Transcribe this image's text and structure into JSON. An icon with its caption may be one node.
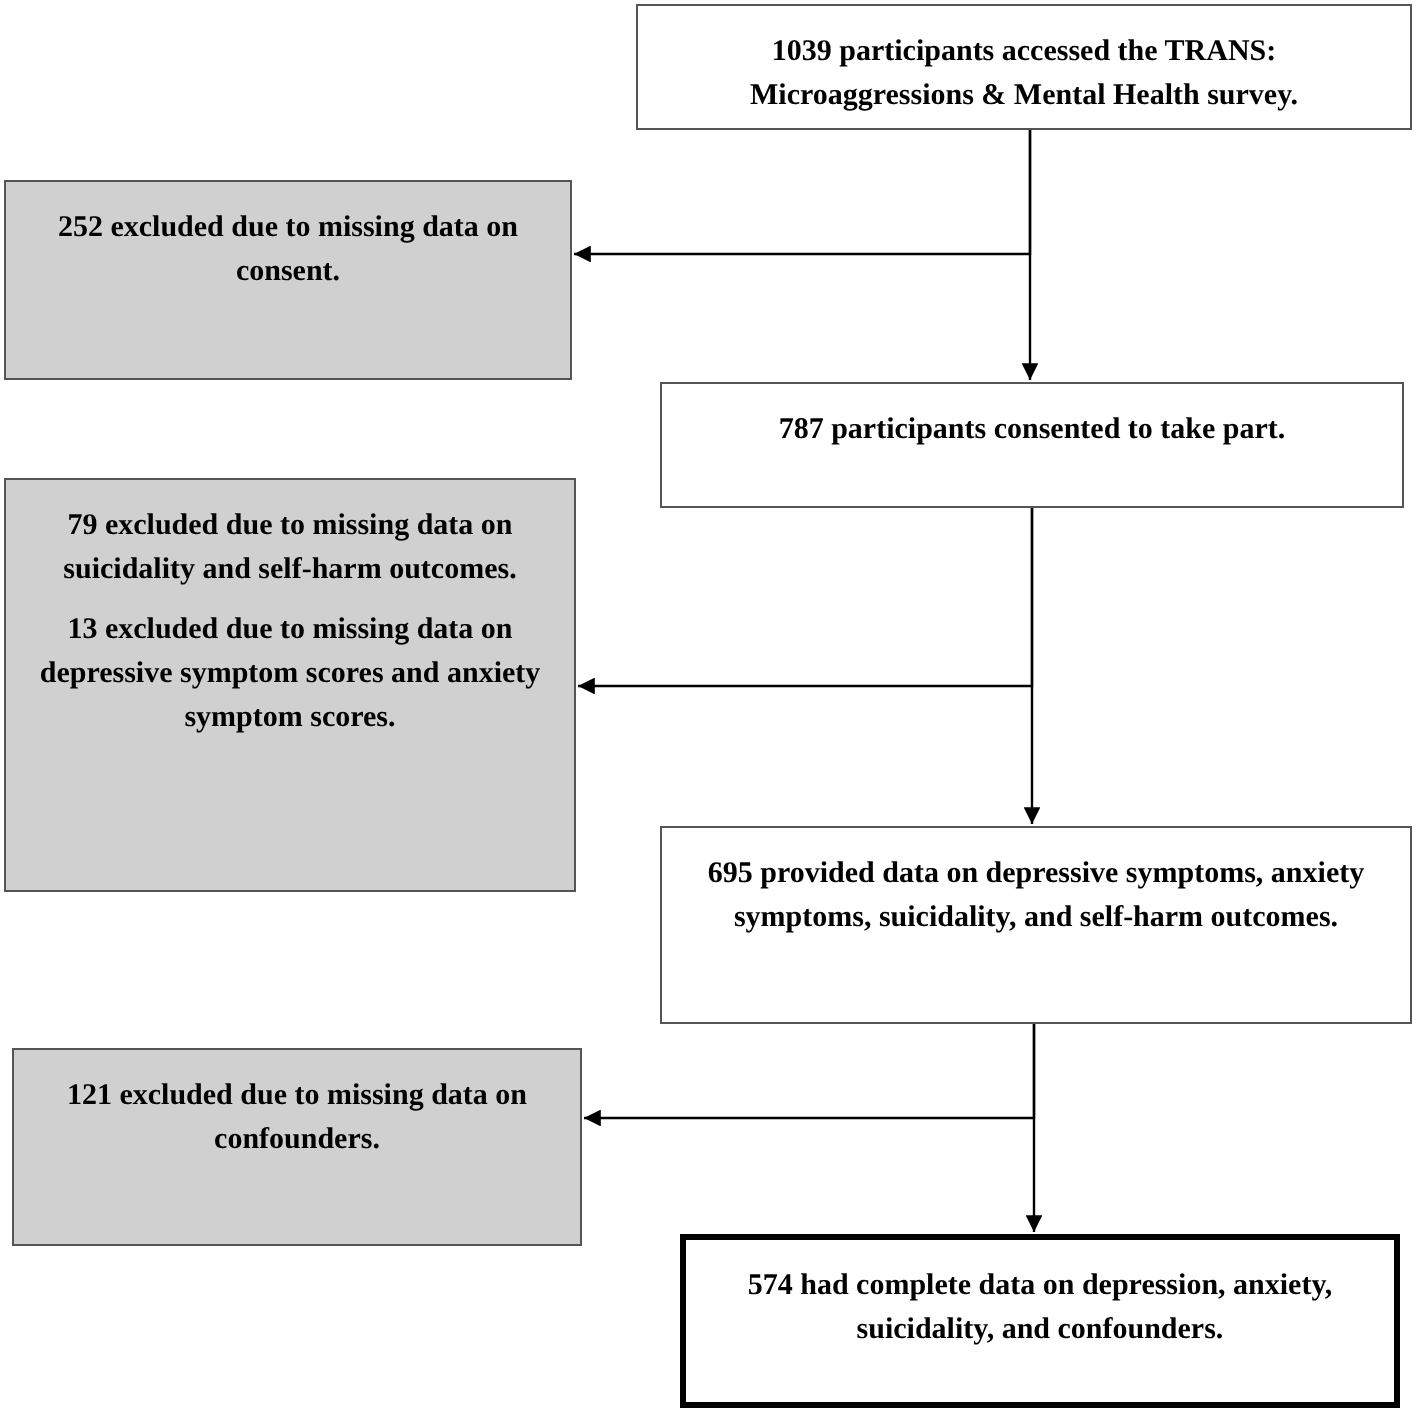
{
  "diagram": {
    "nodes": [
      {
        "text": [
          "1039 participants accessed the TRANS: Microaggressions & Mental Health survey."
        ]
      },
      {
        "text": [
          "252 excluded due to missing data on consent."
        ]
      },
      {
        "text": [
          "787 participants consented to take part."
        ]
      },
      {
        "text": [
          "79 excluded due to missing data on suicidality and self-harm outcomes.",
          "13 excluded due to missing data on depressive symptom scores and anxiety symptom scores."
        ]
      },
      {
        "text": [
          "695 provided data on depressive symptoms, anxiety symptoms, suicidality, and self-harm outcomes."
        ]
      },
      {
        "text": [
          "121 excluded due to missing data on confounders."
        ]
      },
      {
        "text": [
          "574 had complete data on depression, anxiety, suicidality, and confounders."
        ]
      }
    ],
    "edges": [
      {
        "from": 0,
        "to": 1,
        "arrow": "to"
      },
      {
        "from": 0,
        "to": 2,
        "arrow": "to"
      },
      {
        "from": 2,
        "to": 3,
        "arrow": "to"
      },
      {
        "from": 2,
        "to": 4,
        "arrow": "to"
      },
      {
        "from": 4,
        "to": 5,
        "arrow": "to"
      },
      {
        "from": 4,
        "to": 6,
        "arrow": "to"
      }
    ]
  }
}
